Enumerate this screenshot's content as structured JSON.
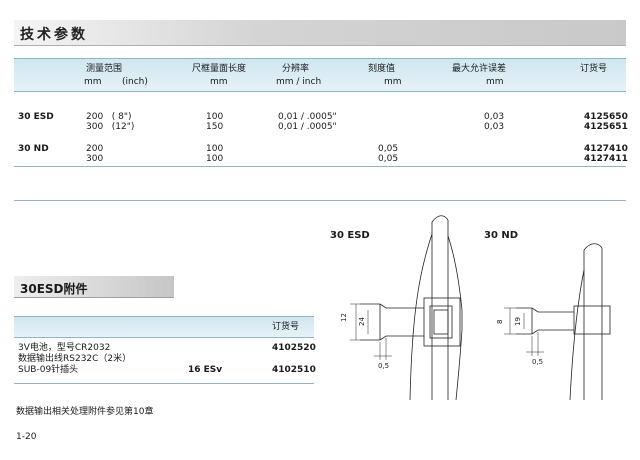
{
  "section_title": "技术参数",
  "spec_table": {
    "headers": {
      "range": "测量范围",
      "range_unit_mm": "mm",
      "range_unit_inch": "(inch)",
      "jaw": "尺框量面长度",
      "jaw_unit": "mm",
      "resolution": "分辨率",
      "resolution_unit": "mm / inch",
      "scale": "刻度值",
      "scale_unit": "mm",
      "error": "最大允许误差",
      "error_unit": "mm",
      "order": "订货号"
    },
    "rows": [
      {
        "model": "30 ESD",
        "range": "200   ( 8\")",
        "jaw": "100",
        "resolution": "0,01 / .0005\"",
        "scale": "",
        "error": "0,03",
        "order": "4125650"
      },
      {
        "model": "",
        "range": "300   (12\")",
        "jaw": "150",
        "resolution": "0,01 / .0005\"",
        "scale": "",
        "error": "0,03",
        "order": "4125651"
      },
      {
        "model": "30 ND",
        "range": "200",
        "jaw": "100",
        "resolution": "",
        "scale": "0,05",
        "error": "",
        "order": "4127410"
      },
      {
        "model": "",
        "range": "300",
        "jaw": "100",
        "resolution": "",
        "scale": "0,05",
        "error": "",
        "order": "4127411"
      }
    ]
  },
  "accessories": {
    "title": "30ESD附件",
    "order_header": "订货号",
    "items": [
      {
        "name": "3V电池，型号CR2032",
        "code": "",
        "order": "4102520"
      },
      {
        "name": "数据输出线RS232C（2米）",
        "code": "",
        "order": ""
      },
      {
        "name": "SUB-09针插头",
        "code": "16 ESv",
        "order": "4102510"
      }
    ]
  },
  "note": "数据输出相关处理附件参见第10章",
  "page_number": "1-20",
  "diagrams": {
    "esd": {
      "label": "30 ESD",
      "dim_outer": "24",
      "dim_inner": "12",
      "dim_tip": "0,5"
    },
    "nd": {
      "label": "30 ND",
      "dim_outer": "19",
      "dim_inner": "8",
      "dim_tip": "0,5"
    }
  },
  "colors": {
    "table_header_bg": "#d6ebf3",
    "table_rule": "#8fb6c8",
    "band_gray": "#c9c9c9"
  }
}
